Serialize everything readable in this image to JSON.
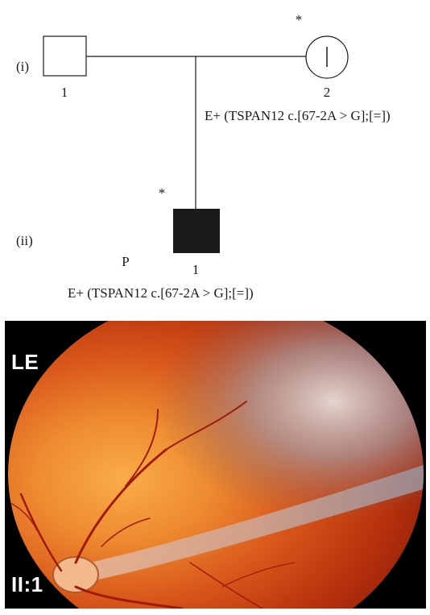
{
  "pedigree": {
    "generations": [
      {
        "label": "(i)"
      },
      {
        "label": "(ii)"
      }
    ],
    "individuals": {
      "father": {
        "number": "1"
      },
      "mother": {
        "number": "2",
        "asterisk": "*",
        "genotype": "E+ (TSPAN12 c.[67-2A > G];[=])"
      },
      "proband": {
        "number": "1",
        "asterisk": "*",
        "proband_marker": "P",
        "genotype": "E+ (TSPAN12 c.[67-2A > G];[=])"
      }
    }
  },
  "fundus": {
    "eye_label": "LE",
    "patient_label": "II:1"
  },
  "colors": {
    "line": "#1a1a1a",
    "affected_fill": "#1a1a1a",
    "retina_bright": "#f7a23c",
    "retina_deep": "#b8300c",
    "fold": "#dcb7a4"
  }
}
